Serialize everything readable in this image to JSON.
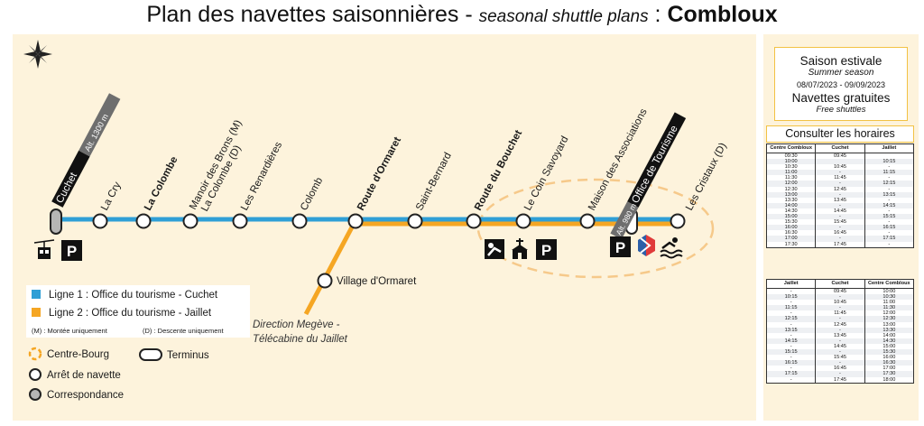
{
  "title": {
    "main": "Plan des navettes saisonnières",
    "sep1": " - ",
    "sub": "seasonal shuttle plans",
    "sep2": " : ",
    "place": "Combloux"
  },
  "season": {
    "fr": "Saison estivale",
    "en": "Summer season",
    "dates": "08/07/2023 - 09/09/2023",
    "free_fr": "Navettes gratuites",
    "free_en": "Free shuttles"
  },
  "consult": "Consulter les horaires",
  "stops": {
    "cuchet": "Cuchet",
    "cuchet_alt": "Alt. 1300 m",
    "la_cry": "La Cry",
    "la_colombe": "La Colombe",
    "manoir_1": "Manoir des Brons (M)",
    "manoir_2": "La Colombe (D)",
    "renardieres": "Les Renardières",
    "colomb": "Colomb",
    "route_ormaret": "Route d'Ormaret",
    "saint_bernard": "Saint-Bernard",
    "route_bouchet": "Route du Bouchet",
    "coin_savoyard": "Le Coin Savoyard",
    "maison_assoc": "Maison des Associations",
    "office": "Office de Tourisme",
    "office_alt": "Alt. 980 m",
    "cristaux": "Les Cristaux (D)",
    "village_ormaret": "Village d'Ormaret"
  },
  "direction": {
    "l1": "Direction Megève -",
    "l2": "Télécabine du Jaillet"
  },
  "legend": {
    "line1": "Ligne 1 : Office du tourisme - Cuchet",
    "line2": "Ligne 2 : Office du tourisme - Jaillet",
    "m_note": "(M) : Montée uniquement",
    "d_note": "(D) : Descente uniquement",
    "centre": "Centre-Bourg",
    "terminus": "Terminus",
    "arret": "Arrêt de navette",
    "correspondance": "Correspondance"
  },
  "icons": {
    "parking": "P"
  },
  "colors": {
    "line1": "#2f9fd6",
    "line2": "#f5a623",
    "accent_border": "#f2c244",
    "bg": "#fdf3dc"
  },
  "timetable1": {
    "headers": [
      "Centre Combloux",
      "Cuchet",
      "Jaillet"
    ],
    "rows": [
      [
        "09:30",
        "09:45",
        ""
      ],
      [
        "10:00",
        "",
        "10:15"
      ],
      [
        "10:30",
        "10:45",
        "-"
      ],
      [
        "11:00",
        "-",
        "11:15"
      ],
      [
        "11:30",
        "11:45",
        "-"
      ],
      [
        "12:00",
        "-",
        "12:15"
      ],
      [
        "12:30",
        "12:45",
        "-"
      ],
      [
        "13:00",
        "-",
        "13:15"
      ],
      [
        "13:30",
        "13:45",
        "-"
      ],
      [
        "14:00",
        "-",
        "14:15"
      ],
      [
        "14:30",
        "14:45",
        "-"
      ],
      [
        "15:00",
        "-",
        "15:15"
      ],
      [
        "15:30",
        "15:45",
        "-"
      ],
      [
        "16:00",
        "-",
        "16:15"
      ],
      [
        "16:30",
        "16:45",
        "-"
      ],
      [
        "17:00",
        "-",
        "17:15"
      ],
      [
        "17:30",
        "17:45",
        "-"
      ]
    ]
  },
  "timetable2": {
    "headers": [
      "Jaillet",
      "Cuchet",
      "Centre Combloux"
    ],
    "rows": [
      [
        "-",
        "09:45",
        "10:00"
      ],
      [
        "10:15",
        "-",
        "10:30"
      ],
      [
        "-",
        "10:45",
        "11:00"
      ],
      [
        "11:15",
        "-",
        "11:30"
      ],
      [
        "-",
        "11:45",
        "12:00"
      ],
      [
        "12:15",
        "-",
        "12:30"
      ],
      [
        "-",
        "12:45",
        "13:00"
      ],
      [
        "13:15",
        "-",
        "13:30"
      ],
      [
        "-",
        "13:45",
        "14:00"
      ],
      [
        "14:15",
        "-",
        "14:30"
      ],
      [
        "-",
        "14:45",
        "15:00"
      ],
      [
        "15:15",
        "-",
        "15:30"
      ],
      [
        "-",
        "15:45",
        "16:00"
      ],
      [
        "16:15",
        "-",
        "16:30"
      ],
      [
        "-",
        "16:45",
        "17:00"
      ],
      [
        "17:15",
        "-",
        "17:30"
      ],
      [
        "-",
        "17:45",
        "18:00"
      ]
    ]
  }
}
